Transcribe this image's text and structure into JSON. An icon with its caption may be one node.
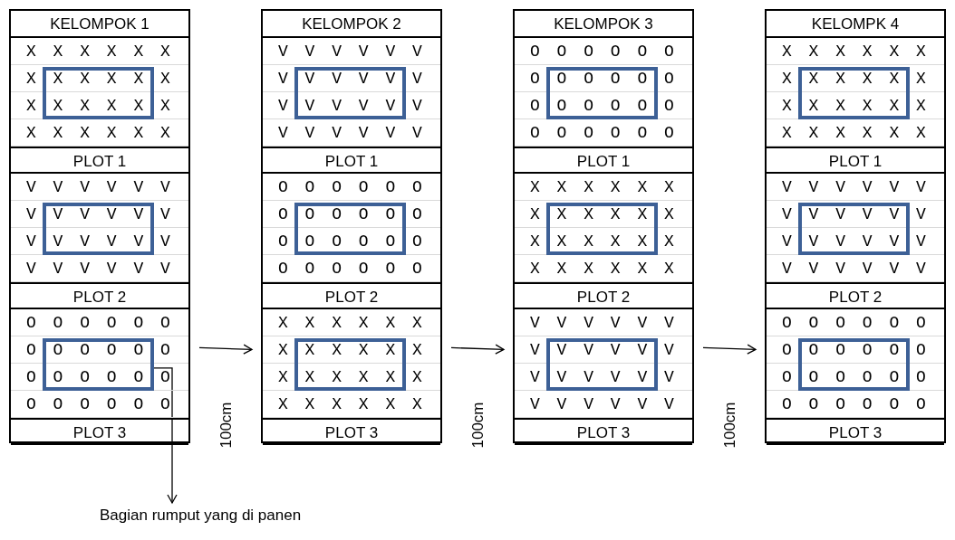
{
  "diagram": {
    "nodes": [
      {
        "text": [
          "KELOMPOK 1"
        ]
      },
      {
        "text": [
          "X X X X X X",
          "X X X X X X",
          "X X X X X X",
          "X X X X X X",
          "PLOT 1"
        ],
        "in": 0
      },
      {
        "text": [
          "V V V V V V",
          "V V V V V V",
          "V V V V V V",
          "V V V V V V",
          "PLOT 2"
        ],
        "in": 0
      },
      {
        "text": [
          "O O O O O O",
          "O O O O O O",
          "O O O O O O",
          "O O O O O O",
          "PLOT 3"
        ],
        "in": 0
      },
      {
        "text": [
          "KELOMPOK 2"
        ]
      },
      {
        "text": [
          "V V V V V V",
          "V V V V V V",
          "V V V V V V",
          "V V V V V V",
          "PLOT 1"
        ],
        "in": 4
      },
      {
        "text": [
          "O O O O O O",
          "O O O O O O",
          "O O O O O O",
          "O O O O O O",
          "PLOT 2"
        ],
        "in": 4
      },
      {
        "text": [
          "X X X X X X",
          "X X X X X X",
          "X X X X X X",
          "X X X X X X",
          "PLOT 3"
        ],
        "in": 4
      },
      {
        "text": [
          "KELOMPOK 3"
        ]
      },
      {
        "text": [
          "O O O O O O",
          "O O O O O O",
          "O O O O O O",
          "O O O O O O",
          "PLOT 1"
        ],
        "in": 8
      },
      {
        "text": [
          "X X X X X X",
          "X X X X X X",
          "X X X X X X",
          "X X X X X X",
          "PLOT 2"
        ],
        "in": 8
      },
      {
        "text": [
          "V V V V V V",
          "V V V V V V",
          "V V V V V V",
          "V V V V V V",
          "PLOT 3"
        ],
        "in": 8
      },
      {
        "text": [
          "KELOMPK 4"
        ]
      },
      {
        "text": [
          "X X X X X X",
          "X X X X X X",
          "X X X X X X",
          "X X X X X X",
          "PLOT 1"
        ],
        "in": 12
      },
      {
        "text": [
          "V V V V V V",
          "V V V V V V",
          "V V V V V V",
          "V V V V V V",
          "PLOT 2"
        ],
        "in": 12
      },
      {
        "text": [
          "O O O O O O",
          "O O O O O O",
          "O O O O O O",
          "O O O O O O",
          "PLOT 3"
        ],
        "in": 12
      },
      {
        "text": [
          "Bagian rumput yang di panen"
        ]
      }
    ],
    "edges": [
      {
        "from": 0,
        "to": 4,
        "arrow": "to"
      },
      {
        "from": 4,
        "to": 8,
        "arrow": "to"
      },
      {
        "from": 8,
        "to": 12,
        "arrow": "to"
      },
      {
        "from": 3,
        "to": 16,
        "arrow": "to"
      }
    ],
    "labels": [
      "100cm",
      "100cm",
      "100cm"
    ]
  }
}
